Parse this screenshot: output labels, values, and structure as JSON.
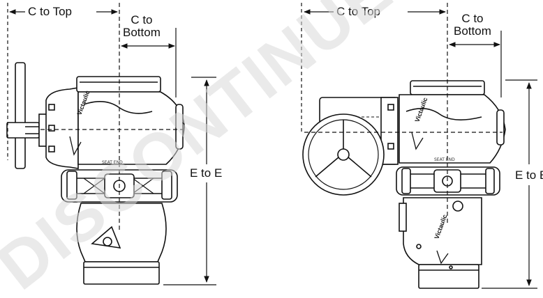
{
  "labels": {
    "left_c_to_top": "C to Top",
    "left_c_to_bottom_1": "C to",
    "left_c_to_bottom_2": "Bottom",
    "left_e_to_e": "E to E",
    "right_c_to_top": "C to Top",
    "right_c_to_bottom_1": "C to",
    "right_c_to_bottom_2": "Bottom",
    "right_e_to_e": "E to E",
    "seat_end_left": "SEAT END",
    "seat_end_right": "SEAT END",
    "brand_left": "Victaulic",
    "brand_right": "Victaulic"
  },
  "watermark": {
    "text": "DISCONTINUED PRODUCT",
    "color": "#d9d9d9"
  }
}
